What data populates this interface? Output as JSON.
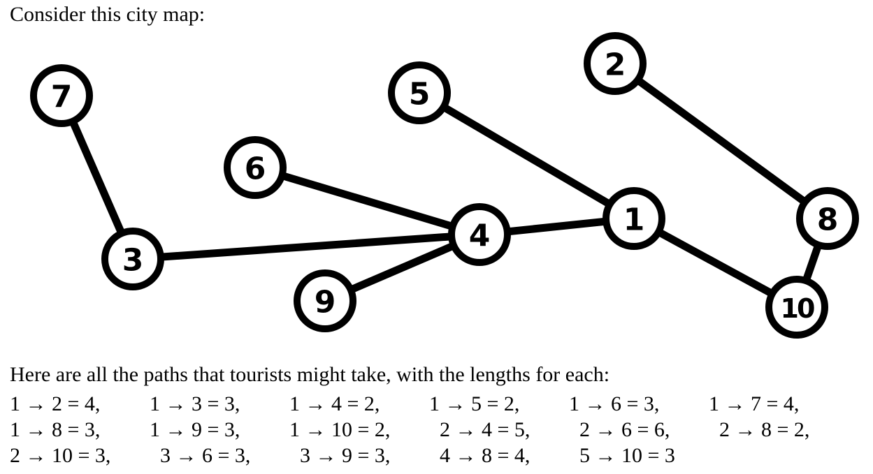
{
  "intro_text": "Consider this city map:",
  "paths_intro": "Here are all the paths that tourists might take, with the lengths for each:",
  "nodes": [
    {
      "id": "1",
      "label": "1"
    },
    {
      "id": "2",
      "label": "2"
    },
    {
      "id": "3",
      "label": "3"
    },
    {
      "id": "4",
      "label": "4"
    },
    {
      "id": "5",
      "label": "5"
    },
    {
      "id": "6",
      "label": "6"
    },
    {
      "id": "7",
      "label": "7"
    },
    {
      "id": "8",
      "label": "8"
    },
    {
      "id": "9",
      "label": "9"
    },
    {
      "id": "10",
      "label": "10"
    }
  ],
  "edges": [
    {
      "from": "7",
      "to": "3"
    },
    {
      "from": "3",
      "to": "4"
    },
    {
      "from": "6",
      "to": "4"
    },
    {
      "from": "9",
      "to": "4"
    },
    {
      "from": "4",
      "to": "1"
    },
    {
      "from": "5",
      "to": "1"
    },
    {
      "from": "1",
      "to": "10"
    },
    {
      "from": "2",
      "to": "8"
    },
    {
      "from": "8",
      "to": "10"
    }
  ],
  "path_rows": [
    [
      "1 → 2 = 4,",
      "1 → 3 = 3,",
      "1 → 4 = 2,",
      "1 → 5 = 2,",
      "1 → 6 = 3,",
      "1 → 7 = 4,"
    ],
    [
      "1 → 8 = 3,",
      "1 → 9 = 3,",
      "1 → 10 = 2,",
      "2 → 4 = 5,",
      "2 → 6 = 6,",
      "2 → 8 = 2,"
    ],
    [
      "2 → 10 = 3,",
      "3 → 6 = 3,",
      "3 → 9 = 3,",
      "4 → 8 = 4,",
      "5 → 10 = 3"
    ]
  ]
}
